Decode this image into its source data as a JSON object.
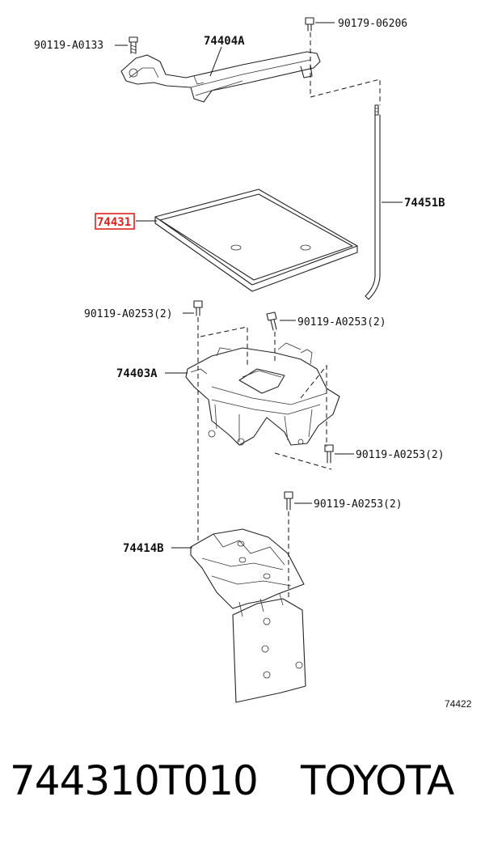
{
  "diagram": {
    "labels": {
      "bracket_upper": "74404A",
      "bolt_upper_left": "90119-A0133",
      "bolt_upper_right": "90179-06206",
      "clamp_rod": "74451B",
      "tray": "74431",
      "carrier": "74403A",
      "bolt_carrier_top_left": "90119-A0253(2)",
      "bolt_carrier_top_right": "90119-A0253(2)",
      "bolt_carrier_bottom": "90119-A0253(2)",
      "bolt_support": "90119-A0253(2)",
      "support": "74414B",
      "figure_ref": "74422"
    },
    "highlight_color": "#e0211b"
  },
  "caption": {
    "part_number": "744310T010",
    "brand": "TOYOTA"
  }
}
